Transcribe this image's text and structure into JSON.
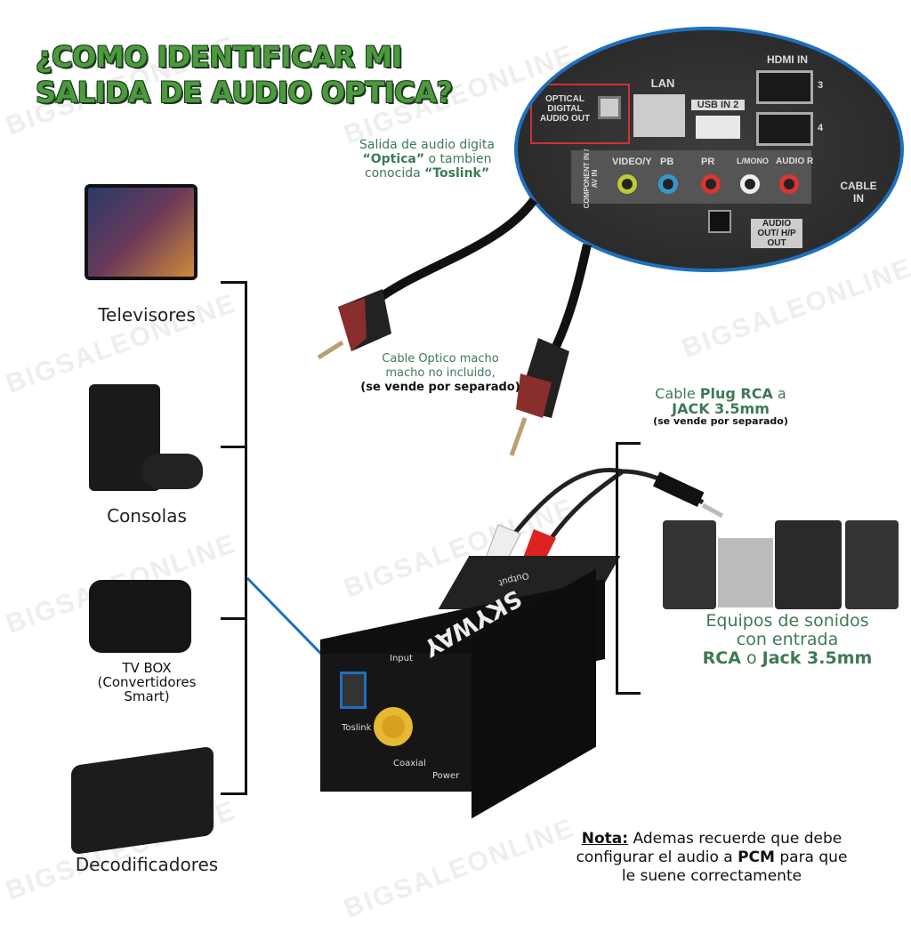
{
  "title": {
    "line1": "¿COMO IDENTIFICAR MI",
    "line2": "SALIDA DE AUDIO OPTICA?"
  },
  "watermark": "BIGSALEONLINE",
  "panel": {
    "optical": "OPTICAL DIGITAL AUDIO OUT",
    "lan": "LAN",
    "usb": "USB IN 2",
    "hdmi": "HDMI IN",
    "hdmi3": "3",
    "hdmi4": "4",
    "component": "COMPONENT IN / AV IN",
    "video": "VIDEO/Y",
    "pb": "PB",
    "pr": "PR",
    "lmono": "L/MONO",
    "audio": "AUDIO R",
    "audio_out": "AUDIO OUT/ H/P OUT",
    "cable_in": "CABLE IN"
  },
  "optical_caption": {
    "pre": "Salida de audio digita",
    "b1": "“Optica”",
    "mid": " o tambien",
    "post": "conocida ",
    "b2": "“Toslink”"
  },
  "optical_cable_caption": {
    "line1": "Cable Optico macho",
    "line2": "macho no incluido,",
    "line3": "(se vende por separado)"
  },
  "rca_caption": {
    "pre": "Cable ",
    "b1": "Plug RCA",
    "mid": " a",
    "b2": "JACK 3.5mm",
    "note": "(se vende por separado)"
  },
  "devices": [
    {
      "label": "Televisores"
    },
    {
      "label": "Consolas"
    },
    {
      "label": "TV BOX\n(Convertidores\nSmart)"
    },
    {
      "label": "Decodificadores"
    }
  ],
  "converter": {
    "brand": "SKYWAY",
    "input": "Input",
    "output": "Output",
    "toslink": "Toslink",
    "coaxial": "Coaxial",
    "power": "Power"
  },
  "speakers_caption": {
    "line1": "Equipos de sonidos",
    "line2": "con entrada",
    "b1": "RCA",
    "mid": " o ",
    "b2": "Jack 3.5mm"
  },
  "note": {
    "label": "Nota:",
    "t1": " Ademas recuerde que debe",
    "t2": "configurar el audio a ",
    "b": "PCM",
    "t3": " para que",
    "t4": "le suene correctamente"
  },
  "colors": {
    "green": "#3d7a55",
    "blue": "#1f6fc0"
  }
}
